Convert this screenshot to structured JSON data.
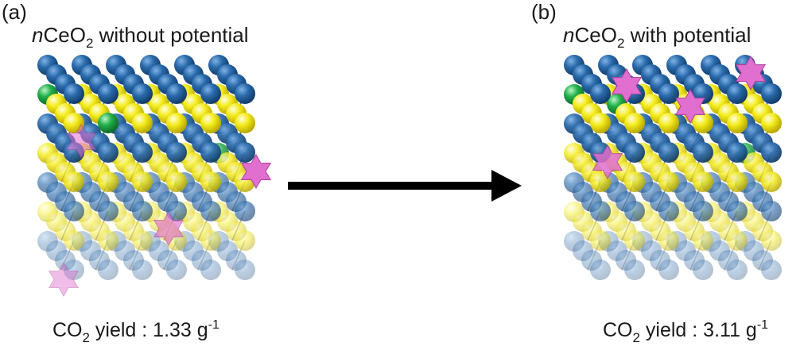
{
  "panel_a": {
    "label": "(a)",
    "title_italic": "n",
    "title_main": "CeO",
    "title_sub": "2",
    "title_rest": " without potential",
    "caption_pre": "CO",
    "caption_sub": "2",
    "caption_mid": " yield : 1.33 g",
    "caption_sup": "-1"
  },
  "panel_b": {
    "label": "(b)",
    "title_italic": "n",
    "title_main": "CeO",
    "title_sub": "2",
    "title_rest": " with potential",
    "caption_pre": "CO",
    "caption_sub": "2",
    "caption_mid": " yield : 3.11 g",
    "caption_sup": "-1"
  },
  "colors": {
    "cerium": "#1f5fa0",
    "oxygen": "#f2ea1a",
    "dopant": "#22b04a",
    "vacancy_star": "#e06fd0",
    "arrow": "#000000",
    "bond": "#555555"
  }
}
